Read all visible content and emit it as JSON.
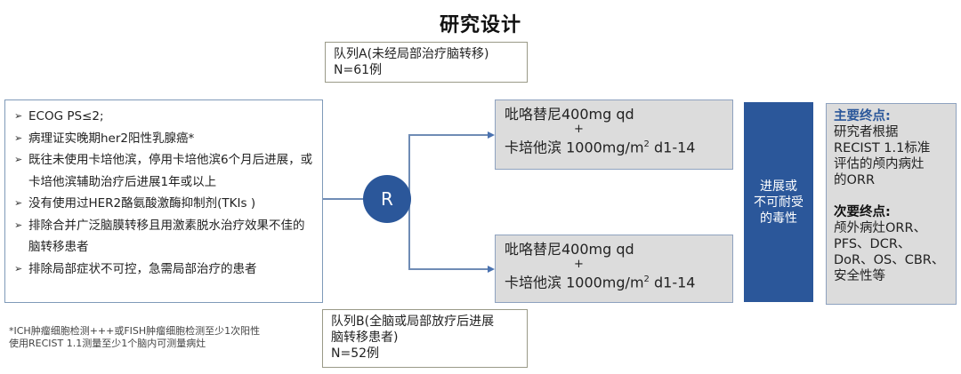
{
  "title": "研究设计",
  "cohort_a": {
    "line1": "队列A(未经局部治疗脑转移)",
    "line2": "N=61例"
  },
  "cohort_b": {
    "line1": "队列B(全脑或局部放疗后进展",
    "line2": "脑转移患者)",
    "line3": "N=52例"
  },
  "criteria": {
    "bullet_icon": "arrow-bullet-icon",
    "items": [
      {
        "text": "ECOG PS≤2;"
      },
      {
        "text": "病理证实晚期her2阳性乳腺癌*"
      },
      {
        "text": "既往未使用卡培他滨，停用卡培他滨6个月后进展，或卡培他滨辅助治疗后进展1年或以上"
      },
      {
        "text": "没有使用过HER2酪氨酸激酶抑制剂(TKIs )"
      },
      {
        "text": "排除合并广泛脑膜转移且用激素脱水治疗效果不佳的脑转移患者"
      },
      {
        "text": "排除局部症状不可控，急需局部治疗的患者"
      }
    ]
  },
  "footnote": {
    "line1": "*ICH肿瘤细胞检测+++或FISH肿瘤细胞检测至少1次阳性",
    "line2": "使用RECIST 1.1测量至少1个脑内可测量病灶"
  },
  "randomization": {
    "label": "R"
  },
  "treatment_arms": [
    {
      "drug1": "吡咯替尼400mg qd",
      "plus": "+",
      "drug2_prefix": "卡培他滨 1000mg/m",
      "drug2_sup": "2",
      "drug2_suffix": " d1-14"
    },
    {
      "drug1": "吡咯替尼400mg qd",
      "plus": "+",
      "drug2_prefix": "卡培他滨 1000mg/m",
      "drug2_sup": "2",
      "drug2_suffix": " d1-14"
    }
  ],
  "progression": {
    "line1": "进展或",
    "line2": "不可耐受",
    "line3": "的毒性"
  },
  "endpoints": {
    "primary_title": "主要终点:",
    "primary_lines": [
      "研究者根据",
      "RECIST 1.1标准",
      "评估的颅内病灶",
      "的ORR"
    ],
    "secondary_title": "次要终点:",
    "secondary_lines": [
      "颅外病灶ORR、",
      "PFS、DCR、",
      "DoR、OS、CBR、",
      "安全性等"
    ]
  },
  "colors": {
    "accent_blue": "#2b579a",
    "box_gray": "#dcdcdc",
    "connector": "#6f8cb5",
    "criteria_border": "#7f9ab8",
    "cohort_border": "#9a9a88"
  }
}
